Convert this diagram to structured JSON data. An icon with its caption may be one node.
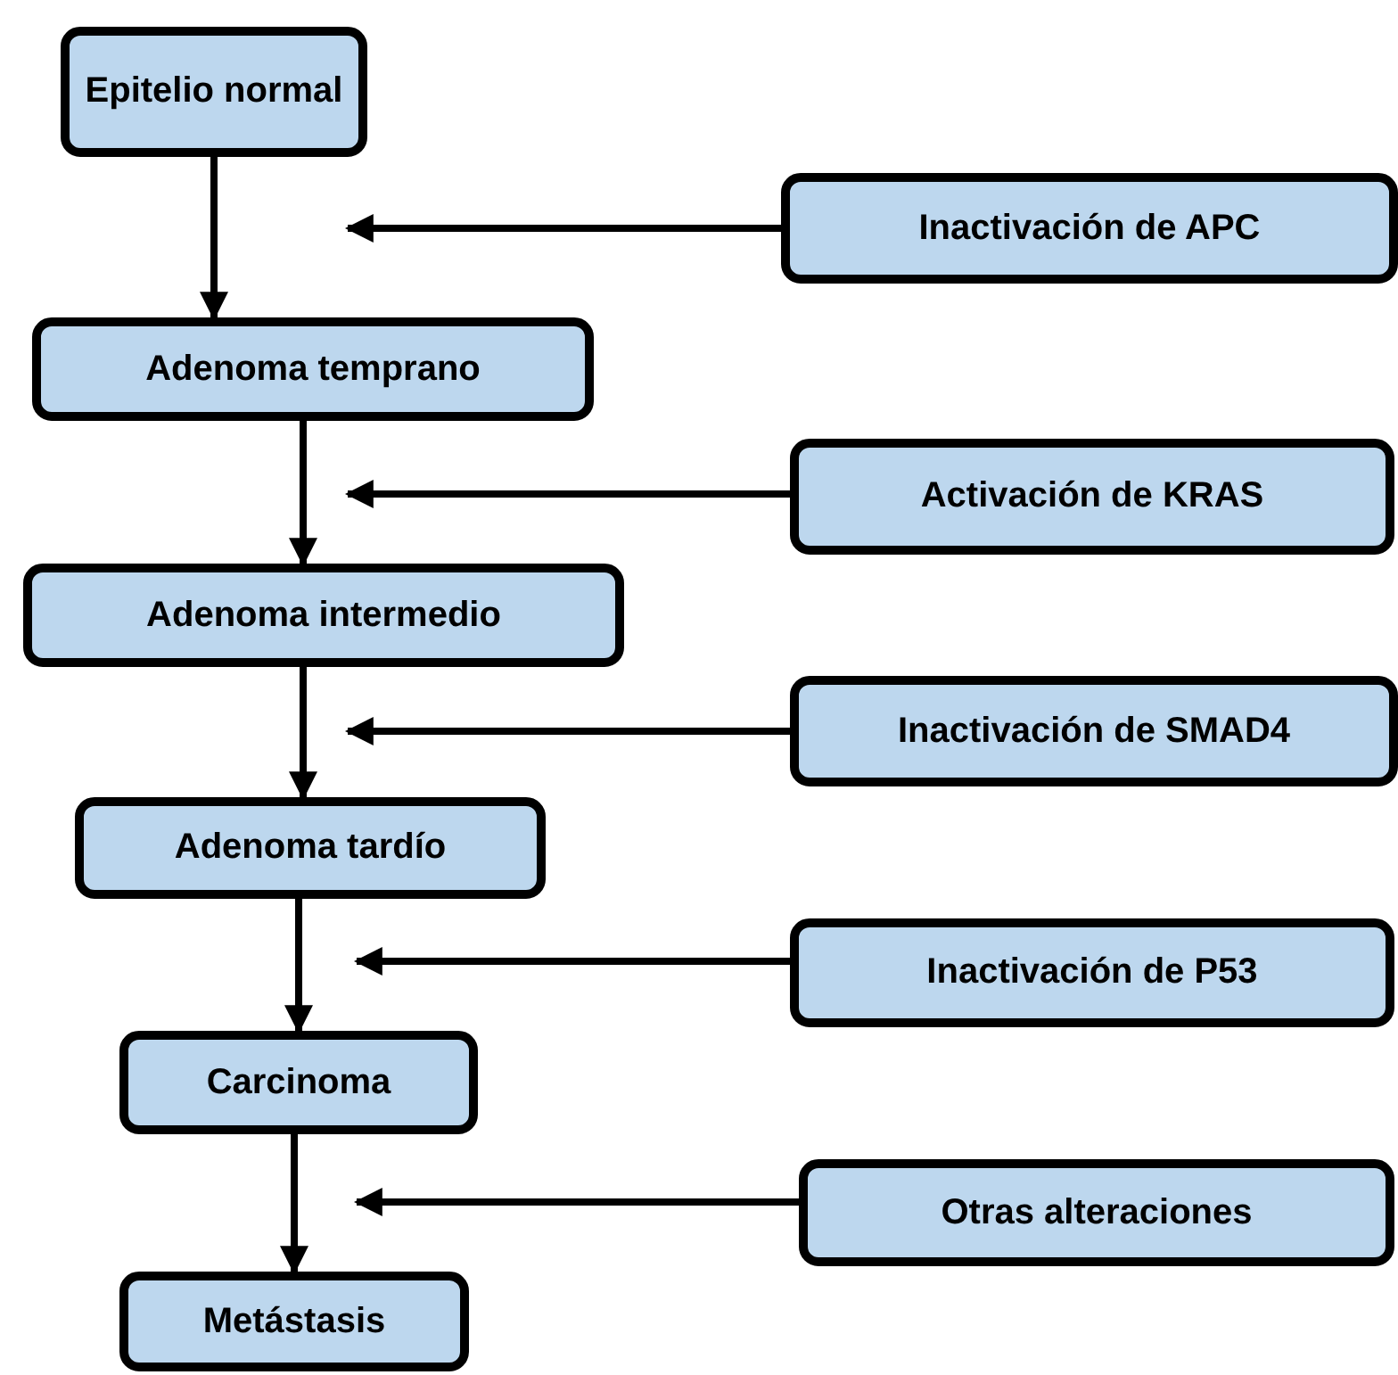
{
  "diagram": {
    "nodes": [
      {
        "text": [
          "Epitelio normal"
        ]
      },
      {
        "text": [
          "Inactivación de APC"
        ]
      },
      {
        "text": [
          "Adenoma temprano"
        ]
      },
      {
        "text": [
          "Activación de KRAS"
        ]
      },
      {
        "text": [
          "Adenoma intermedio"
        ]
      },
      {
        "text": [
          "Inactivación de SMAD4"
        ]
      },
      {
        "text": [
          "Adenoma tardío"
        ]
      },
      {
        "text": [
          "Inactivación de P53"
        ]
      },
      {
        "text": [
          "Carcinoma"
        ]
      },
      {
        "text": [
          "Otras alteraciones"
        ]
      },
      {
        "text": [
          "Metástasis"
        ]
      }
    ],
    "edges": [
      {
        "from": 0,
        "to": 2,
        "arrow": "to"
      },
      {
        "from": 1,
        "to": null,
        "arrow": "to"
      },
      {
        "from": 2,
        "to": 4,
        "arrow": "to"
      },
      {
        "from": 3,
        "to": null,
        "arrow": "to"
      },
      {
        "from": 4,
        "to": 6,
        "arrow": "to"
      },
      {
        "from": 5,
        "to": null,
        "arrow": "to"
      },
      {
        "from": 6,
        "to": 8,
        "arrow": "to"
      },
      {
        "from": 7,
        "to": null,
        "arrow": "to"
      },
      {
        "from": 8,
        "to": 10,
        "arrow": "to"
      },
      {
        "from": 9,
        "to": null,
        "arrow": "to"
      }
    ]
  }
}
